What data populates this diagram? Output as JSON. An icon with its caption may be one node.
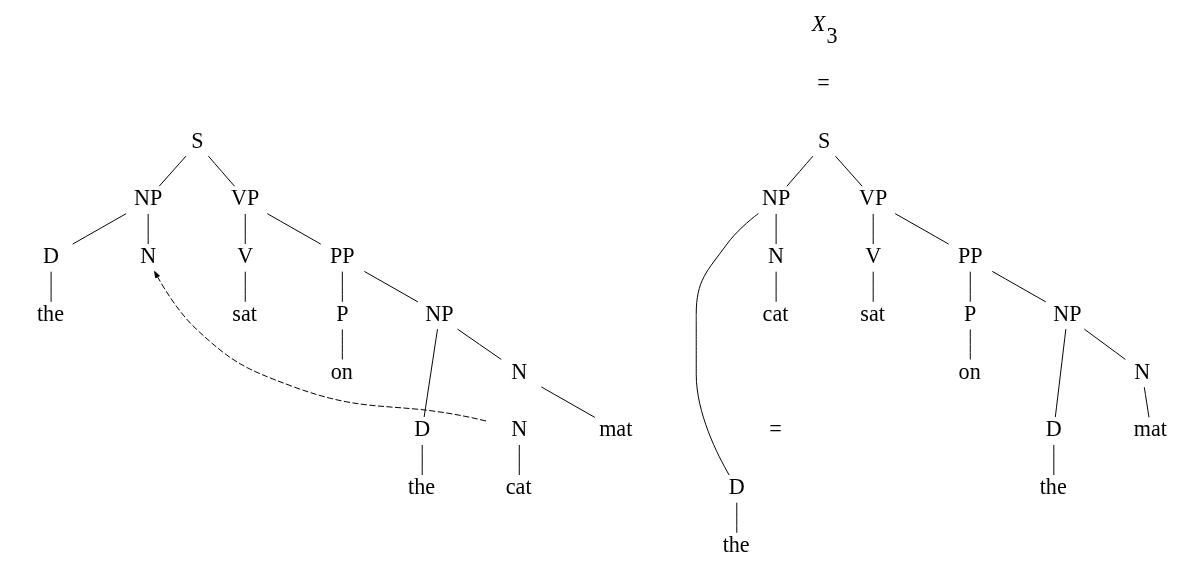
{
  "diagram": {
    "nodes": [
      {
        "text": [
          "S"
        ]
      },
      {
        "text": [
          "NP"
        ]
      },
      {
        "text": [
          "VP"
        ]
      },
      {
        "text": [
          "D"
        ]
      },
      {
        "text": [
          "N"
        ]
      },
      {
        "text": [
          "the"
        ]
      },
      {
        "text": [
          "V"
        ]
      },
      {
        "text": [
          "PP"
        ]
      },
      {
        "text": [
          "sat"
        ]
      },
      {
        "text": [
          "P"
        ]
      },
      {
        "text": [
          "NP"
        ]
      },
      {
        "text": [
          "on"
        ]
      },
      {
        "text": [
          "D"
        ]
      },
      {
        "text": [
          "N"
        ]
      },
      {
        "text": [
          "the"
        ]
      },
      {
        "text": [
          "mat"
        ]
      },
      {
        "text": [
          "N"
        ]
      },
      {
        "text": [
          "cat"
        ]
      },
      {
        "text": [
          "X$_{3}$"
        ]
      },
      {
        "text": [
          "S"
        ]
      },
      {
        "text": [
          "NP"
        ]
      },
      {
        "text": [
          "VP"
        ]
      },
      {
        "text": [
          "D"
        ]
      },
      {
        "text": [
          "N"
        ]
      },
      {
        "text": [
          "the"
        ]
      },
      {
        "text": [
          "cat"
        ]
      },
      {
        "text": [
          "V"
        ]
      },
      {
        "text": [
          "PP"
        ]
      },
      {
        "text": [
          "sat"
        ]
      },
      {
        "text": [
          "P"
        ]
      },
      {
        "text": [
          "NP"
        ]
      },
      {
        "text": [
          "on"
        ]
      },
      {
        "text": [
          "D"
        ]
      },
      {
        "text": [
          "N"
        ]
      },
      {
        "text": [
          "the"
        ]
      },
      {
        "text": [
          "mat"
        ]
      }
    ],
    "edges": [
      {
        "from": 0,
        "to": 1,
        "arrow": "none"
      },
      {
        "from": 0,
        "to": 2,
        "arrow": "none"
      },
      {
        "from": 1,
        "to": 3,
        "arrow": "none"
      },
      {
        "from": 1,
        "to": 4,
        "arrow": "none"
      },
      {
        "from": 3,
        "to": 5,
        "arrow": "none"
      },
      {
        "from": 2,
        "to": 6,
        "arrow": "none"
      },
      {
        "from": 2,
        "to": 7,
        "arrow": "none"
      },
      {
        "from": 6,
        "to": 8,
        "arrow": "none"
      },
      {
        "from": 7,
        "to": 9,
        "arrow": "none"
      },
      {
        "from": 7,
        "to": 10,
        "arrow": "none"
      },
      {
        "from": 9,
        "to": 11,
        "arrow": "none"
      },
      {
        "from": 10,
        "to": 12,
        "arrow": "none"
      },
      {
        "from": 10,
        "to": 13,
        "arrow": "none"
      },
      {
        "from": 12,
        "to": 14,
        "arrow": "none"
      },
      {
        "from": 13,
        "to": 15,
        "arrow": "none"
      },
      {
        "from": 16,
        "to": 17,
        "arrow": "none"
      },
      {
        "from": 16,
        "to": 4,
        "arrow": "to",
        "style": "dashed"
      },
      {
        "from": 19,
        "to": 20,
        "arrow": "none"
      },
      {
        "from": 19,
        "to": 21,
        "arrow": "none"
      },
      {
        "from": 20,
        "to": 22,
        "arrow": "none"
      },
      {
        "from": 20,
        "to": 23,
        "arrow": "none"
      },
      {
        "from": 22,
        "to": 24,
        "arrow": "none"
      },
      {
        "from": 23,
        "to": 25,
        "arrow": "none"
      },
      {
        "from": 21,
        "to": 26,
        "arrow": "none"
      },
      {
        "from": 21,
        "to": 27,
        "arrow": "none"
      },
      {
        "from": 26,
        "to": 28,
        "arrow": "none"
      },
      {
        "from": 27,
        "to": 29,
        "arrow": "none"
      },
      {
        "from": 27,
        "to": 30,
        "arrow": "none"
      },
      {
        "from": 29,
        "to": 31,
        "arrow": "none"
      },
      {
        "from": 30,
        "to": 32,
        "arrow": "none"
      },
      {
        "from": 30,
        "to": 33,
        "arrow": "none"
      },
      {
        "from": 32,
        "to": 34,
        "arrow": "none"
      },
      {
        "from": 33,
        "to": 35,
        "arrow": "none"
      }
    ],
    "labels": [
      "=",
      "="
    ]
  }
}
